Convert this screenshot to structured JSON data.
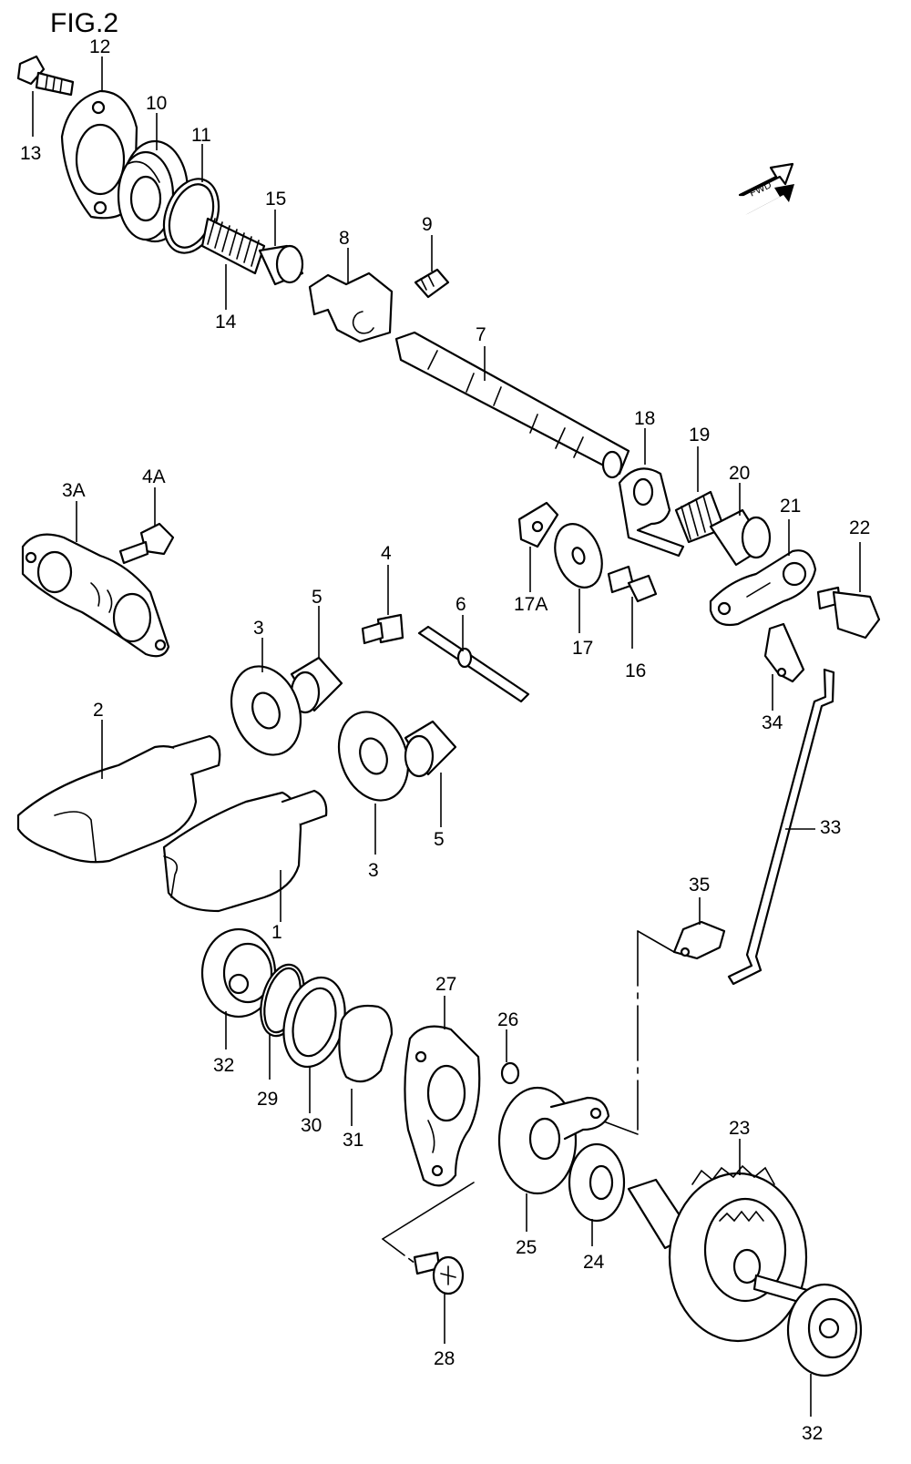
{
  "figure": {
    "title": "FIG.2",
    "fwd_label": "FWD"
  },
  "labels": {
    "p1": "1",
    "p2": "2",
    "p3a": "3",
    "p3b": "3",
    "p3A": "3A",
    "p4": "4",
    "p4A": "4A",
    "p5a": "5",
    "p5b": "5",
    "p6": "6",
    "p7": "7",
    "p8": "8",
    "p9": "9",
    "p10": "10",
    "p11": "11",
    "p12": "12",
    "p13": "13",
    "p14": "14",
    "p15": "15",
    "p16": "16",
    "p17": "17",
    "p17A": "17A",
    "p18": "18",
    "p19": "19",
    "p20": "20",
    "p21": "21",
    "p22": "22",
    "p23": "23",
    "p24": "24",
    "p25": "25",
    "p26": "26",
    "p27": "27",
    "p28": "28",
    "p29": "29",
    "p30": "30",
    "p31": "31",
    "p32a": "32",
    "p32b": "32",
    "p33": "33",
    "p34": "34",
    "p35": "35"
  }
}
